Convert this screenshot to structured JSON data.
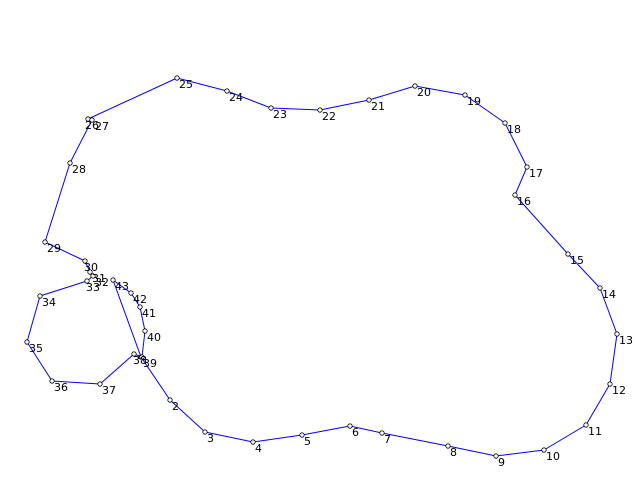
{
  "colors": {
    "edge": "#0000ff",
    "vertex": "#000000",
    "label": "#000000",
    "background": "#ffffff"
  },
  "labels": [
    "2",
    "3",
    "4",
    "5",
    "6",
    "7",
    "8",
    "9",
    "10",
    "11",
    "12",
    "13",
    "14",
    "15",
    "16",
    "17",
    "18",
    "19",
    "20",
    "21",
    "22",
    "23",
    "24",
    "25",
    "26",
    "27",
    "28",
    "29",
    "30",
    "31",
    "32",
    "33",
    "34",
    "35",
    "36",
    "37",
    "38",
    "39",
    "40",
    "41",
    "42",
    "43"
  ]
}
